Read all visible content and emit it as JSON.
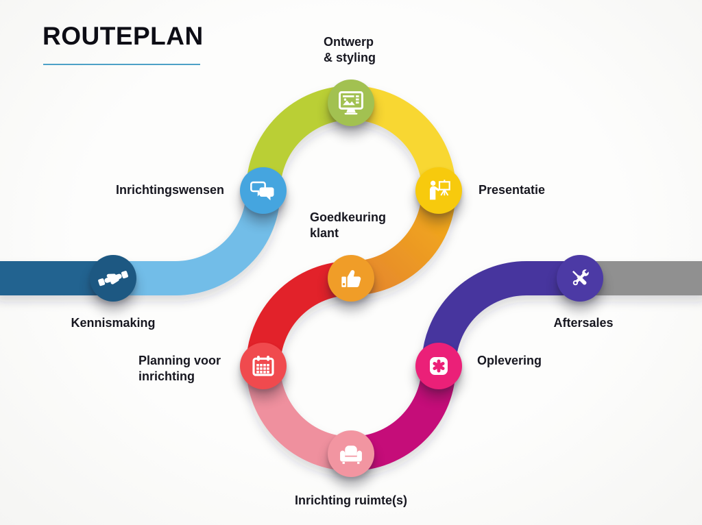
{
  "header": {
    "title": "ROUTEPLAN"
  },
  "theme": {
    "background": "#fbfbfa",
    "text_color": "#171720",
    "underline_color": "#4da1c7"
  },
  "track": {
    "exit_color": "#909090"
  },
  "steps": [
    {
      "label": "Kennismaking",
      "icon": "handshake-icon",
      "circle_color": "#1d5882",
      "band_color": "#216390"
    },
    {
      "label": "Inrichtingswensen",
      "icon": "chat-bubbles-icon",
      "circle_color": "#45a5df",
      "band_color": "#72bde8"
    },
    {
      "label": "Ontwerp\n& styling",
      "icon": "design-monitor-icon",
      "circle_color": "#a2c151",
      "band_color": "#bacf36"
    },
    {
      "label": "Presentatie",
      "icon": "presentation-board-icon",
      "circle_color": "#f7ca0d",
      "band_color": "#f8d732"
    },
    {
      "label": "Goedkeuring\nklant",
      "icon": "thumbs-up-icon",
      "circle_color": "#f09d28",
      "band_color_start": "#f3ac1a",
      "band_color_end": "#e5862e"
    },
    {
      "label": "Planning voor\ninrichting",
      "icon": "calendar-icon",
      "circle_color": "#f04a4e",
      "band_color": "#e2232a"
    },
    {
      "label": "Inrichting ruimte(s)",
      "icon": "armchair-icon",
      "circle_color": "#f295a1",
      "band_color": "#ef909e"
    },
    {
      "label": "Oplevering",
      "icon": "asterisk-badge-icon",
      "circle_color": "#eb2078",
      "band_color": "#c50e79"
    },
    {
      "label": "Aftersales",
      "icon": "tools-icon",
      "circle_color": "#4c3aa5",
      "band_color": "#47369e"
    }
  ]
}
